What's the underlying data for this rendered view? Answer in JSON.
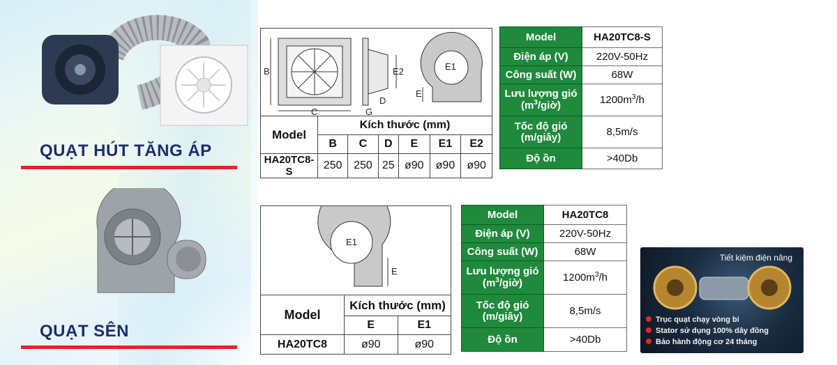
{
  "section1": {
    "title": "QUẠT HÚT TĂNG ÁP",
    "dims": {
      "model_header": "Model",
      "kt_header": "Kích thước (mm)",
      "cols": [
        "B",
        "C",
        "D",
        "E",
        "E1",
        "E2"
      ],
      "row": {
        "model": "HA20TC8-S",
        "values": [
          "250",
          "250",
          "25",
          "ø90",
          "ø90",
          "ø90"
        ]
      }
    },
    "diagram_labels": {
      "b": "B",
      "c": "C",
      "g": "G",
      "d": "D",
      "e2": "E2",
      "e": "E",
      "e1": "E1"
    },
    "spec": {
      "rows": [
        {
          "label": "Model",
          "value": "HA20TC8-S"
        },
        {
          "label": "Điện áp (V)",
          "value": "220V-50Hz"
        },
        {
          "label": "Công suất (W)",
          "value": "68W"
        },
        {
          "label1": "Lưu lượng gió",
          "label2_pre": "(m",
          "label2_sup": "3",
          "label2_post": "/giờ)",
          "value_pre": "1200m",
          "value_sup": "3",
          "value_post": "/h"
        },
        {
          "label1": "Tốc độ gió",
          "label2": "(m/giây)",
          "value": "8,5m/s"
        },
        {
          "label": "Độ ồn",
          "value": ">40Db"
        }
      ]
    }
  },
  "section2": {
    "title": "QUẠT SÊN",
    "dims": {
      "model_header": "Model",
      "kt_header": "Kích thước (mm)",
      "cols": [
        "E",
        "E1"
      ],
      "row": {
        "model": "HA20TC8",
        "values": [
          "ø90",
          "ø90"
        ]
      }
    },
    "diagram_labels": {
      "e1": "E1",
      "e": "E"
    },
    "spec": {
      "rows": [
        {
          "label": "Model",
          "value": "HA20TC8"
        },
        {
          "label": "Điện áp (V)",
          "value": "220V-50Hz"
        },
        {
          "label": "Công suất (W)",
          "value": "68W"
        },
        {
          "label1": "Lưu lượng gió",
          "label2_pre": "(m",
          "label2_sup": "3",
          "label2_post": "/giờ)",
          "value_pre": "1200m",
          "value_sup": "3",
          "value_post": "/h"
        },
        {
          "label1": "Tốc độ gió",
          "label2": "(m/giây)",
          "value": "8,5m/s"
        },
        {
          "label": "Độ ồn",
          "value": ">40Db"
        }
      ]
    }
  },
  "promo": {
    "title": "Tiết kiệm điện năng",
    "items": [
      "Trục quạt chạy vòng bi",
      "Stator sử dụng 100% dây đồng",
      "Bảo hành động cơ 24 tháng"
    ]
  },
  "colors": {
    "accent_green": "#1f8a3b",
    "title_blue": "#1a2d6e",
    "underline_red": "#e0252b"
  }
}
